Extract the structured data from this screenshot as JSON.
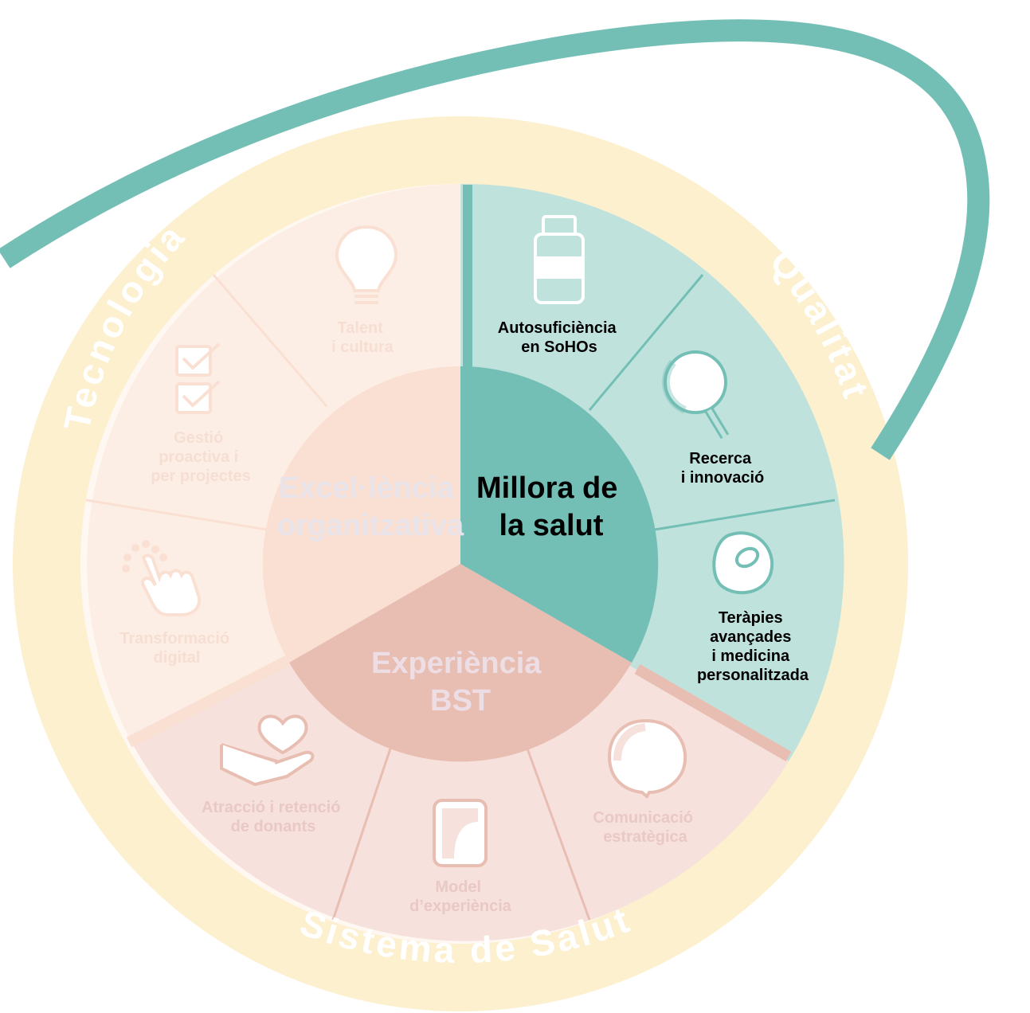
{
  "outer_ring": {
    "labels": [
      "Tecnologia",
      "Qualitat",
      "Sistema de Salut"
    ],
    "color": "#fcf0cf"
  },
  "swoosh_color": "#73bfb5",
  "cores": {
    "health": {
      "lines": [
        "Millora de",
        "la salut"
      ],
      "color": "#73bfb5",
      "text_color": "#000000"
    },
    "organization": {
      "lines": [
        "Excel·lència",
        "organitzativa"
      ],
      "color": "#fae0d2",
      "text_color": "#e9e3ea"
    },
    "experience": {
      "lines": [
        "Experiència",
        "BST"
      ],
      "color": "#e9beb2",
      "text_color": "#eddde4"
    }
  },
  "sectors": [
    {
      "id": "sohos",
      "icon": "vial-icon",
      "lines": [
        "Autosuficiència",
        "en SoHOs"
      ],
      "group": "health"
    },
    {
      "id": "research",
      "icon": "magnifier-icon",
      "lines": [
        "Recerca",
        "i innovació"
      ],
      "group": "health"
    },
    {
      "id": "therapies",
      "icon": "cell-icon",
      "lines": [
        "Teràpies",
        "avançades",
        "i medicina",
        "personalitzada"
      ],
      "group": "health"
    },
    {
      "id": "communication",
      "icon": "speech-bubble-icon",
      "lines": [
        "Comunicació",
        "estratègica"
      ],
      "group": "experience"
    },
    {
      "id": "experience-model",
      "icon": "card-icon",
      "lines": [
        "Model",
        "d’experiència"
      ],
      "group": "experience"
    },
    {
      "id": "donors",
      "icon": "hand-heart-icon",
      "lines": [
        "Atracció i retenció",
        "de donants"
      ],
      "group": "experience"
    },
    {
      "id": "digital",
      "icon": "touch-hand-icon",
      "lines": [
        "Transformació",
        "digital"
      ],
      "group": "organization"
    },
    {
      "id": "projects",
      "icon": "checklist-icon",
      "lines": [
        "Gestió",
        "proactiva i",
        "per projectes"
      ],
      "group": "organization"
    },
    {
      "id": "talent",
      "icon": "lightbulb-icon",
      "lines": [
        "Talent",
        "i cultura"
      ],
      "group": "organization"
    }
  ]
}
